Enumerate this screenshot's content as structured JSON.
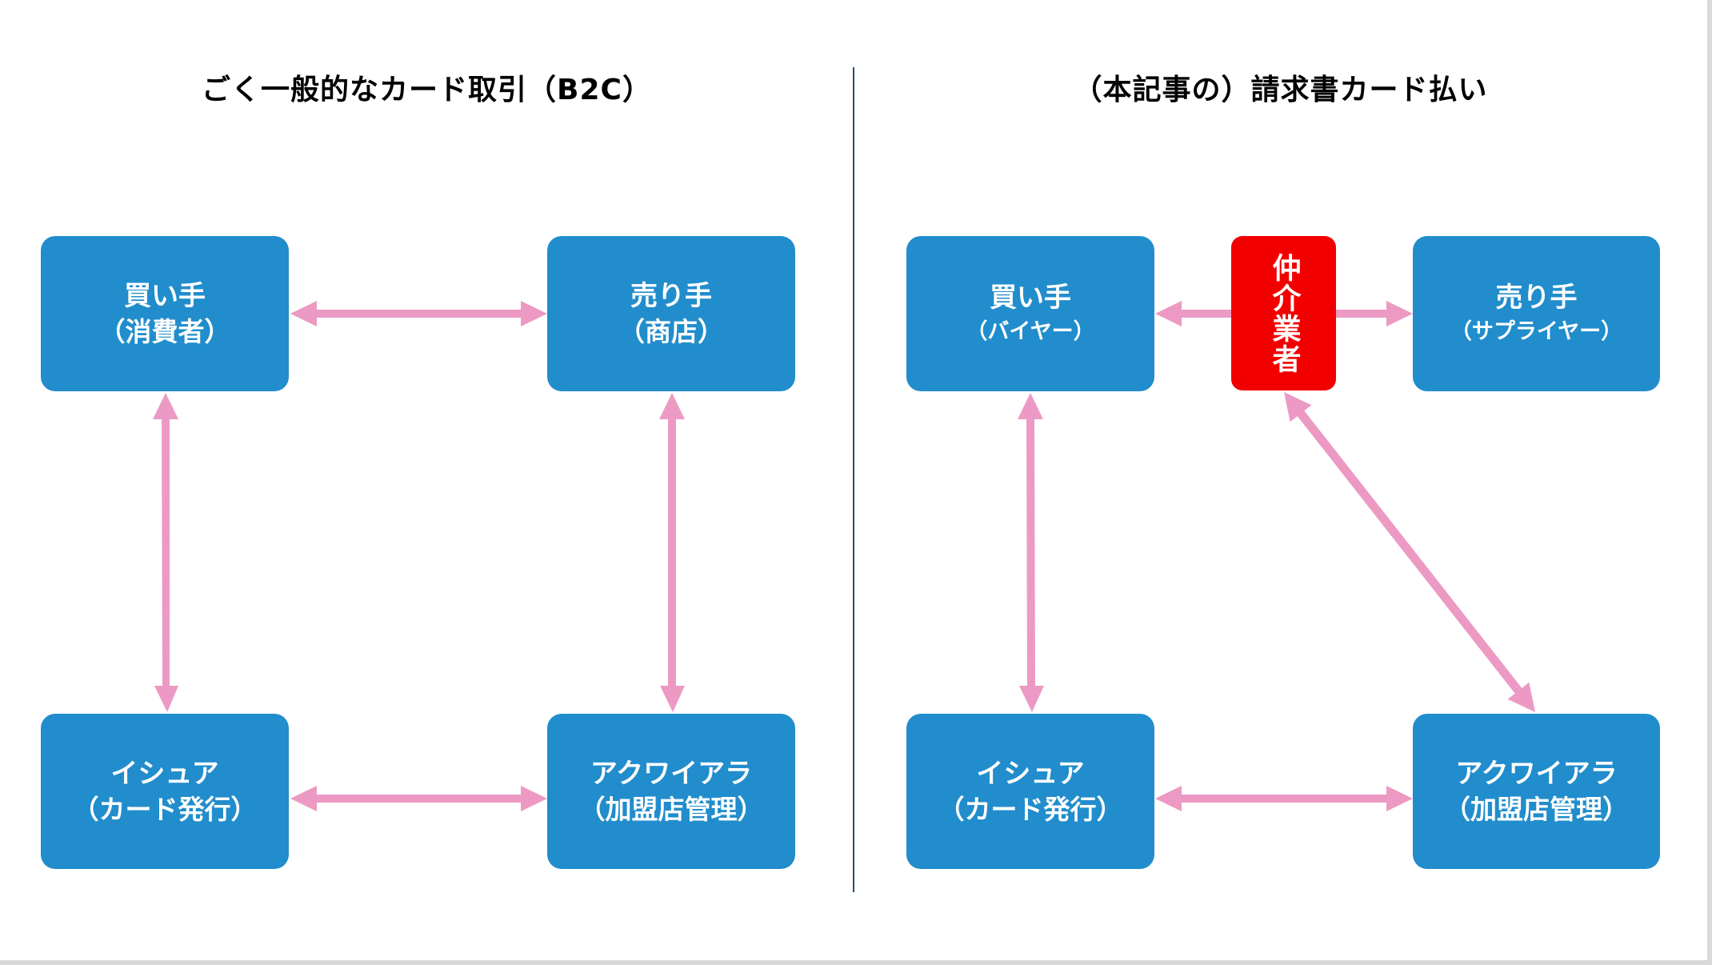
{
  "colors": {
    "node": "#218dcc",
    "broker": "#f20000",
    "arrow": "#ec9ac4",
    "divider": "#1f4e79",
    "title_text": "#000000",
    "node_text": "#ffffff"
  },
  "left_panel": {
    "title": "ごく一般的なカード取引（B2C）",
    "nodes": {
      "buyer": {
        "line1": "買い手",
        "line2": "（消費者）"
      },
      "seller": {
        "line1": "売り手",
        "line2": "（商店）"
      },
      "issuer": {
        "line1": "イシュア",
        "line2": "（カード発行）"
      },
      "acquirer": {
        "line1": "アクワイアラ",
        "line2": "（加盟店管理）"
      }
    },
    "connections": [
      {
        "from": "buyer",
        "to": "seller",
        "type": "bidirectional"
      },
      {
        "from": "buyer",
        "to": "issuer",
        "type": "bidirectional"
      },
      {
        "from": "seller",
        "to": "acquirer",
        "type": "bidirectional"
      },
      {
        "from": "issuer",
        "to": "acquirer",
        "type": "bidirectional"
      }
    ]
  },
  "right_panel": {
    "title": "（本記事の）請求書カード払い",
    "nodes": {
      "buyer": {
        "line1": "買い手",
        "line2": "（バイヤー）"
      },
      "broker": {
        "label": "仲介業者"
      },
      "seller": {
        "line1": "売り手",
        "line2": "（サプライヤー）"
      },
      "issuer": {
        "line1": "イシュア",
        "line2": "（カード発行）"
      },
      "acquirer": {
        "line1": "アクワイアラ",
        "line2": "（加盟店管理）"
      }
    },
    "connections": [
      {
        "from": "broker",
        "to": "buyer",
        "type": "directed"
      },
      {
        "from": "broker",
        "to": "seller",
        "type": "directed"
      },
      {
        "from": "broker",
        "to": "acquirer",
        "type": "bidirectional"
      },
      {
        "from": "buyer",
        "to": "issuer",
        "type": "bidirectional"
      },
      {
        "from": "issuer",
        "to": "acquirer",
        "type": "bidirectional"
      }
    ]
  }
}
